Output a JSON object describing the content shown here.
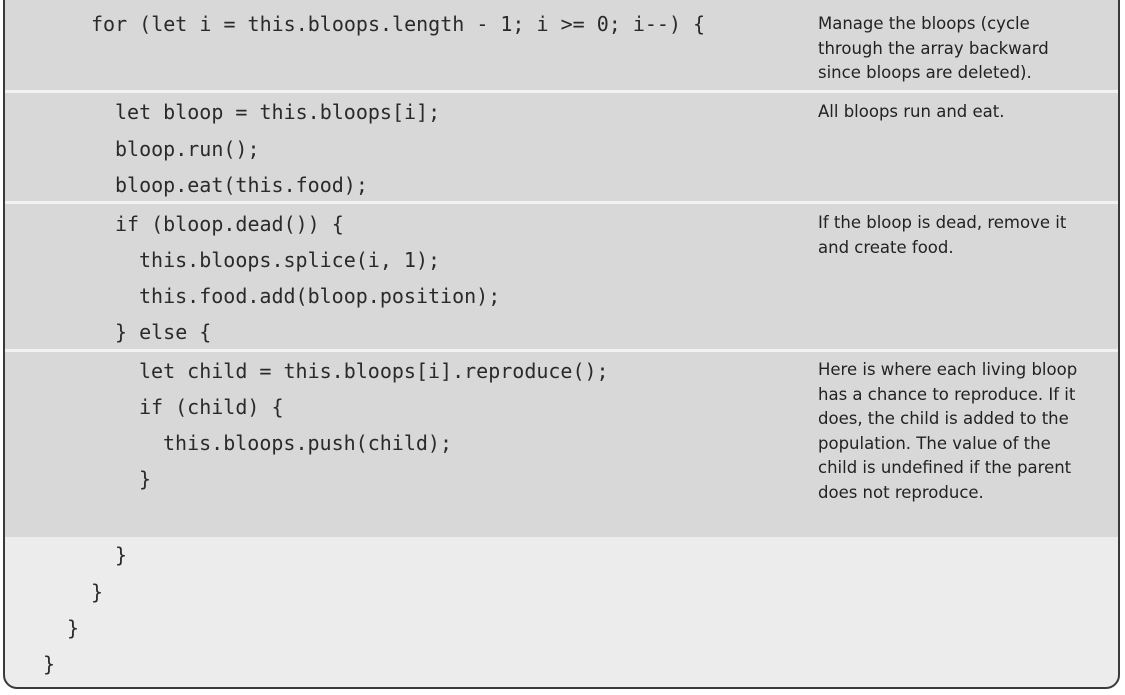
{
  "code": {
    "line1": "for (let i = this.bloops.length - 1; i >= 0; i--) {",
    "line2": "let bloop = this.bloops[i];",
    "line3": "bloop.run();",
    "line4": "bloop.eat(this.food);",
    "line5": "if (bloop.dead()) {",
    "line6": "this.bloops.splice(i, 1);",
    "line7": "this.food.add(bloop.position);",
    "line8": "} else {",
    "line9": "let child = this.bloops[i].reproduce();",
    "line10": "if (child) {",
    "line11": "this.bloops.push(child);",
    "line12": "}",
    "line13": "}",
    "line14": "}",
    "line15": "}",
    "line16": "}"
  },
  "notes": {
    "section1": "Manage the bloops (cycle through the array backward since bloops are deleted).",
    "section2": "All bloops run and eat.",
    "section3": "If the bloop is dead, remove it and create food.",
    "section4": "Here is where each living bloop has a chance to reproduce. If it does, the child is added to the population. The value of the child is undefined if the parent does not reproduce."
  }
}
